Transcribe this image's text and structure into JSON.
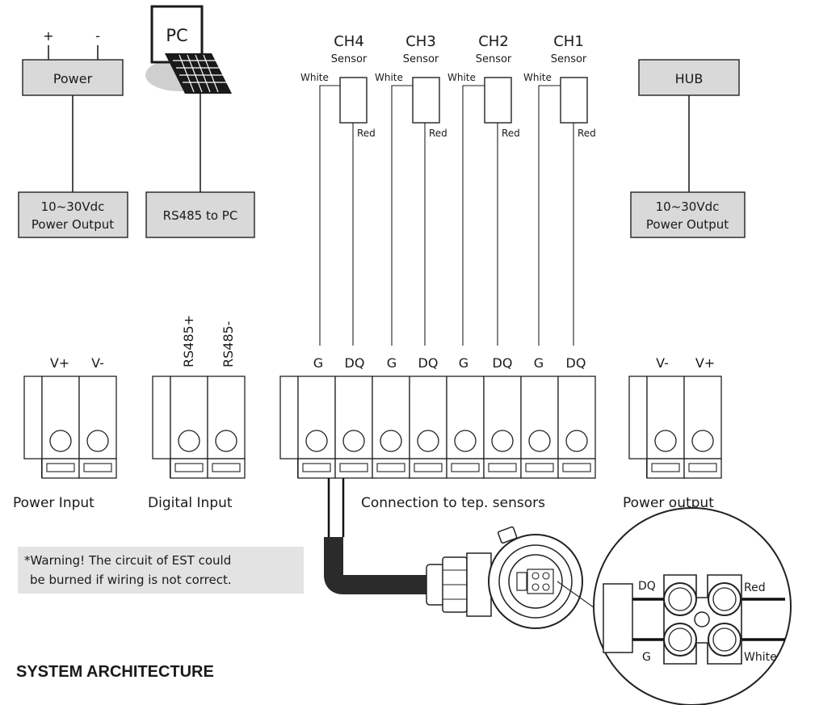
{
  "power": {
    "plus": "+",
    "minus": "-",
    "label": "Power"
  },
  "pc": {
    "label": "PC"
  },
  "power_output_left": {
    "line1": "10~30Vdc",
    "line2": "Power Output"
  },
  "rs485_box": {
    "label": "RS485 to PC"
  },
  "hub": {
    "label": "HUB"
  },
  "power_output_right": {
    "line1": "10~30Vdc",
    "line2": "Power Output"
  },
  "sensors": [
    {
      "ch": "CH4",
      "sensor": "Sensor",
      "white": "White",
      "red": "Red"
    },
    {
      "ch": "CH3",
      "sensor": "Sensor",
      "white": "White",
      "red": "Red"
    },
    {
      "ch": "CH2",
      "sensor": "Sensor",
      "white": "White",
      "red": "Red"
    },
    {
      "ch": "CH1",
      "sensor": "Sensor",
      "white": "White",
      "red": "Red"
    }
  ],
  "terminals": {
    "power_input": {
      "labels": [
        "V+",
        "V-"
      ],
      "caption": "Power Input"
    },
    "digital_input": {
      "labels": [
        "RS485+",
        "RS485-"
      ],
      "caption": "Digital Input"
    },
    "sensor_conn": {
      "labels": [
        "G",
        "DQ",
        "G",
        "DQ",
        "G",
        "DQ",
        "G",
        "DQ"
      ],
      "caption": "Connection to tep. sensors"
    },
    "power_output": {
      "labels": [
        "V-",
        "V+"
      ],
      "caption": "Power output"
    }
  },
  "warning": {
    "line1": "*Warning! The circuit of EST could",
    "line2": "be burned if wiring is not correct."
  },
  "detail": {
    "dq": "DQ",
    "red": "Red",
    "g": "G",
    "white": "White"
  },
  "footer_title": "SYSTEM ARCHITECTURE"
}
